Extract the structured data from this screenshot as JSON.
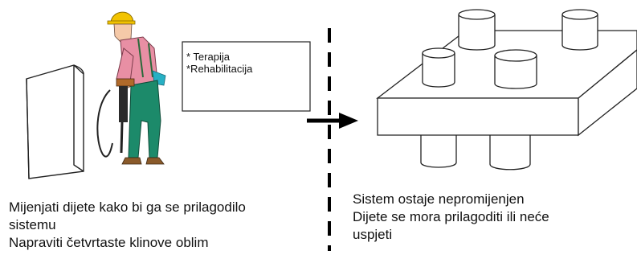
{
  "note_box": {
    "lines": [
      "* Terapija",
      "*Rehabilitacija"
    ]
  },
  "left_caption": {
    "lines": [
      "Mijenjati dijete kako bi ga se prilagodilo",
      "sistemu",
      "Napraviti četvrtaste klinove oblim"
    ]
  },
  "right_caption": {
    "lines": [
      "Sistem ostaje nepromijenjen",
      "Dijete se mora prilagoditi ili neće",
      "uspjeti"
    ]
  }
}
